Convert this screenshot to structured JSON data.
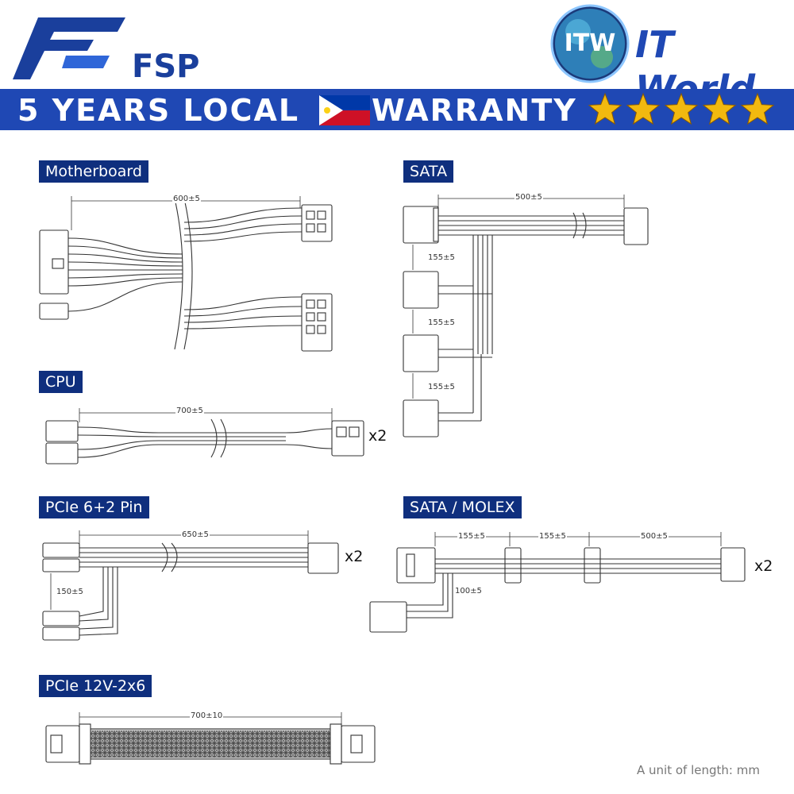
{
  "header": {
    "fsp_brand": "FSP",
    "itw_badge": "ITW",
    "itworld_brand": "IT World",
    "warranty_left": "5 YEARS LOCAL",
    "warranty_right": "WARRANTY",
    "star_count": 5,
    "colors": {
      "banner": "#1f48b4",
      "brand_blue": "#1a3f9c",
      "star": "#f2b90f",
      "label_bg": "#0f2f7e"
    }
  },
  "cables": {
    "motherboard": {
      "label": "Motherboard",
      "length": "600±5"
    },
    "sata": {
      "label": "SATA",
      "length": "500±5",
      "segments": [
        "155±5",
        "155±5",
        "155±5"
      ]
    },
    "cpu": {
      "label": "CPU",
      "length": "700±5",
      "qty": "x2"
    },
    "pcie_6_2": {
      "label": "PCIe 6+2 Pin",
      "length": "650±5",
      "branch": "150±5",
      "qty": "x2"
    },
    "sata_molex": {
      "label": "SATA / MOLEX",
      "segments": [
        "155±5",
        "155±5",
        "500±5"
      ],
      "molex_branch": "100±5",
      "qty": "x2"
    },
    "pcie_12v": {
      "label": "PCIe 12V-2x6",
      "length": "700±10"
    }
  },
  "footer": {
    "unit_note": "A unit of length: mm"
  }
}
